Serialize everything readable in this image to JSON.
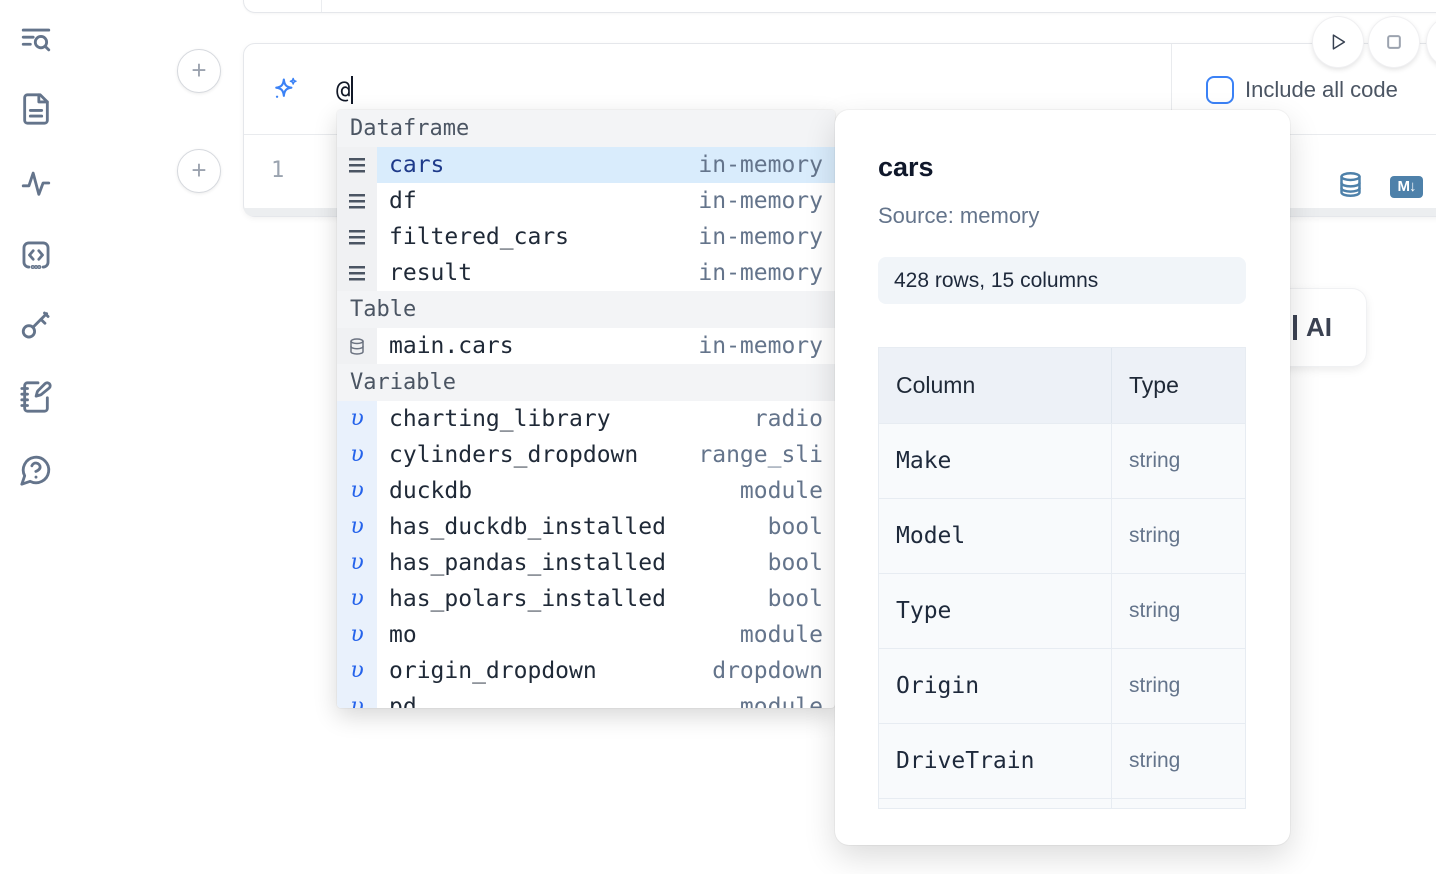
{
  "colors": {
    "accent_blue": "#3b82f6",
    "steel_blue_icon": "#4e81aa",
    "selection_bg": "#d9ecfc",
    "selection_text": "#1e3a8a",
    "muted_text": "#64748b"
  },
  "sidebar": {
    "icons": [
      "list-search-icon",
      "file-text-icon",
      "activity-icon",
      "code-square-icon",
      "key-icon",
      "notebook-pen-icon",
      "help-circle-icon"
    ]
  },
  "prompt": {
    "value": "@",
    "include_all_code_label": "Include all code"
  },
  "editor": {
    "line_number": "1"
  },
  "cell_actions": {
    "markdown_badge": "M↓"
  },
  "autocomplete": {
    "sections": [
      {
        "label": "Dataframe",
        "icon": "rows-icon",
        "items": [
          {
            "name": "cars",
            "type": "in-memory",
            "selected": true
          },
          {
            "name": "df",
            "type": "in-memory"
          },
          {
            "name": "filtered_cars",
            "type": "in-memory"
          },
          {
            "name": "result",
            "type": "in-memory"
          }
        ]
      },
      {
        "label": "Table",
        "icon": "database-icon",
        "items": [
          {
            "name": "main.cars",
            "type": "in-memory"
          }
        ]
      },
      {
        "label": "Variable",
        "icon": "variable-icon",
        "items": [
          {
            "name": "charting_library",
            "type": "radio"
          },
          {
            "name": "cylinders_dropdown",
            "type": "range_sli"
          },
          {
            "name": "duckdb",
            "type": "module"
          },
          {
            "name": "has_duckdb_installed",
            "type": "bool"
          },
          {
            "name": "has_pandas_installed",
            "type": "bool"
          },
          {
            "name": "has_polars_installed",
            "type": "bool"
          },
          {
            "name": "mo",
            "type": "module"
          },
          {
            "name": "origin_dropdown",
            "type": "dropdown"
          },
          {
            "name": "pd",
            "type": "module"
          }
        ]
      }
    ]
  },
  "preview": {
    "title": "cars",
    "source": "Source: memory",
    "shape_badge": "428 rows, 15 columns",
    "table": {
      "headers": [
        "Column",
        "Type"
      ],
      "rows": [
        [
          "Make",
          "string"
        ],
        [
          "Model",
          "string"
        ],
        [
          "Type",
          "string"
        ],
        [
          "Origin",
          "string"
        ],
        [
          "DriveTrain",
          "string"
        ],
        [
          "",
          ""
        ]
      ]
    }
  },
  "ai_button": {
    "label": "AI"
  }
}
